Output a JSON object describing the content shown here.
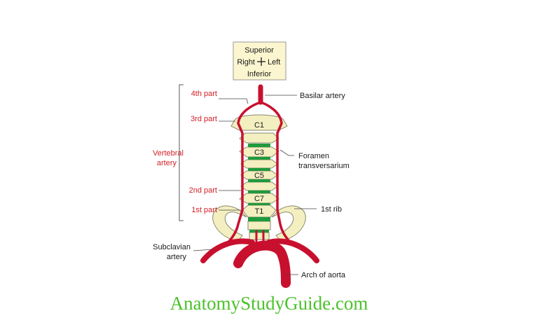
{
  "orientation": {
    "superior": "Superior",
    "right": "Right",
    "left": "Left",
    "inferior": "Inferior"
  },
  "labels": {
    "fourth_part": "4th part",
    "third_part": "3rd part",
    "second_part": "2nd part",
    "first_part": "1st part",
    "vertebral_artery_line1": "Vertebral",
    "vertebral_artery_line2": "artery",
    "basilar_artery": "Basilar artery",
    "foramen_line1": "Foramen",
    "foramen_line2": "transversarium",
    "first_rib": "1st rib",
    "subclavian_line1": "Subclavian",
    "subclavian_line2": "artery",
    "arch_of_aorta": "Arch of aorta"
  },
  "vertebrae": {
    "c1": "C1",
    "c3": "C3",
    "c5": "C5",
    "c7": "C7",
    "t1": "T1"
  },
  "watermark": "AnatomyStudyGuide.com",
  "colors": {
    "artery": "#c8102e",
    "bone": "#f3efc0",
    "disc": "#1f9a3c",
    "label_red": "#d11f26",
    "watermark": "#4bc22a"
  }
}
